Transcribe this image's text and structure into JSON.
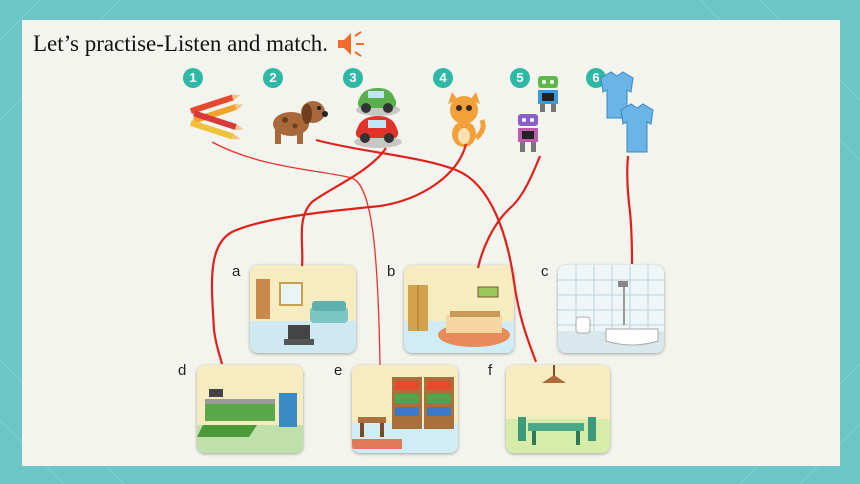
{
  "title": "Let’s practise-Listen and match.",
  "items": [
    {
      "number": "1",
      "name": "pencils"
    },
    {
      "number": "2",
      "name": "dog"
    },
    {
      "number": "3",
      "name": "cars"
    },
    {
      "number": "4",
      "name": "cat"
    },
    {
      "number": "5",
      "name": "robots"
    },
    {
      "number": "6",
      "name": "shirts"
    }
  ],
  "rooms": [
    {
      "letter": "a",
      "name": "living room"
    },
    {
      "letter": "b",
      "name": "bedroom"
    },
    {
      "letter": "c",
      "name": "bathroom"
    },
    {
      "letter": "d",
      "name": "kitchen"
    },
    {
      "letter": "e",
      "name": "study"
    },
    {
      "letter": "f",
      "name": "dining room"
    }
  ],
  "colors": {
    "border": "#6cc6c6",
    "badge": "#2fb8a6",
    "match_line": "#e0201a",
    "speaker": "#f26a2e"
  }
}
